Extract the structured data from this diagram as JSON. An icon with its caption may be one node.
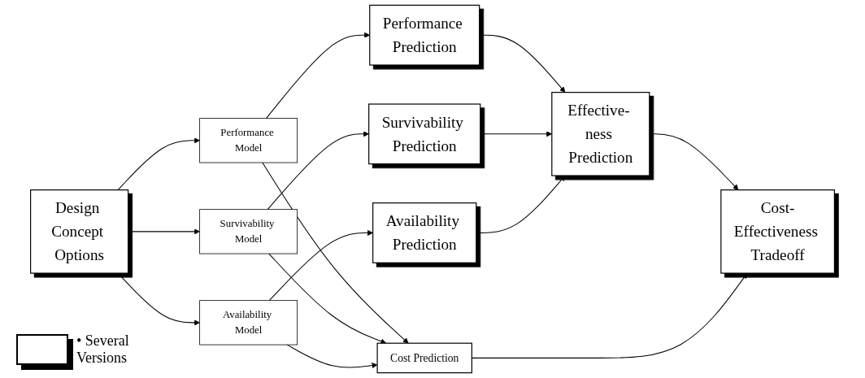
{
  "diagram": {
    "nodes": [
      {
        "text": [
          "Design Concept Options"
        ]
      },
      {
        "text": [
          "Performance Model"
        ]
      },
      {
        "text": [
          "Survivability Model"
        ]
      },
      {
        "text": [
          "Availability Model"
        ]
      },
      {
        "text": [
          "Performance Prediction"
        ]
      },
      {
        "text": [
          "Survivability Prediction"
        ]
      },
      {
        "text": [
          "Availability Prediction"
        ]
      },
      {
        "text": [
          "Effective- ness Prediction"
        ]
      },
      {
        "text": [
          "Cost Prediction"
        ]
      },
      {
        "text": [
          "Cost-Effectiveness Tradeoff"
        ]
      }
    ],
    "edges": [
      {
        "from": 0,
        "to": 1,
        "arrow": "to"
      },
      {
        "from": 0,
        "to": 2,
        "arrow": "to"
      },
      {
        "from": 0,
        "to": 3,
        "arrow": "to"
      },
      {
        "from": 1,
        "to": 4,
        "arrow": "to"
      },
      {
        "from": 1,
        "to": 8,
        "arrow": "to"
      },
      {
        "from": 2,
        "to": 5,
        "arrow": "to"
      },
      {
        "from": 2,
        "to": 8,
        "arrow": "to"
      },
      {
        "from": 3,
        "to": 6,
        "arrow": "to"
      },
      {
        "from": 3,
        "to": 8,
        "arrow": "to"
      },
      {
        "from": 4,
        "to": 7,
        "arrow": "to"
      },
      {
        "from": 5,
        "to": 7,
        "arrow": "to"
      },
      {
        "from": 6,
        "to": 7,
        "arrow": "to"
      },
      {
        "from": 7,
        "to": 9,
        "arrow": "to"
      },
      {
        "from": 8,
        "to": 9,
        "arrow": "to"
      }
    ],
    "legend": [
      {
        "text": "• Several Versions"
      }
    ]
  }
}
